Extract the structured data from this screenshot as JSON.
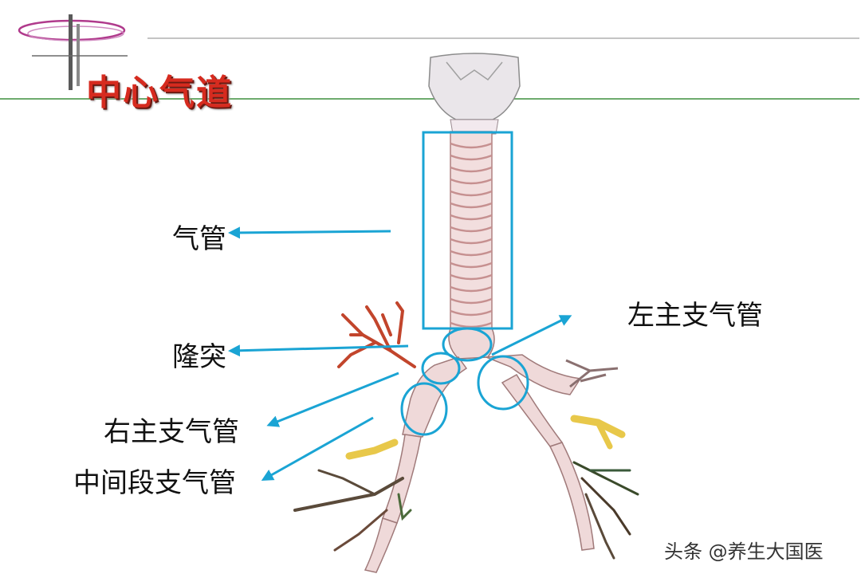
{
  "title": "中心气道",
  "labels": {
    "trachea": "气管",
    "carina": "隆突",
    "left_main_bronchus": "左主支气管",
    "right_main_bronchus": "右主支气管",
    "bronchus_intermedius": "中间段支气管"
  },
  "watermark": "头条 @养生大国医",
  "colors": {
    "title": "#d62b1f",
    "highlight": "#1aa4d4",
    "arrow": "#1aa4d4",
    "divider_green": "#3f8f3f",
    "logo_ring": "#b03a8c"
  }
}
